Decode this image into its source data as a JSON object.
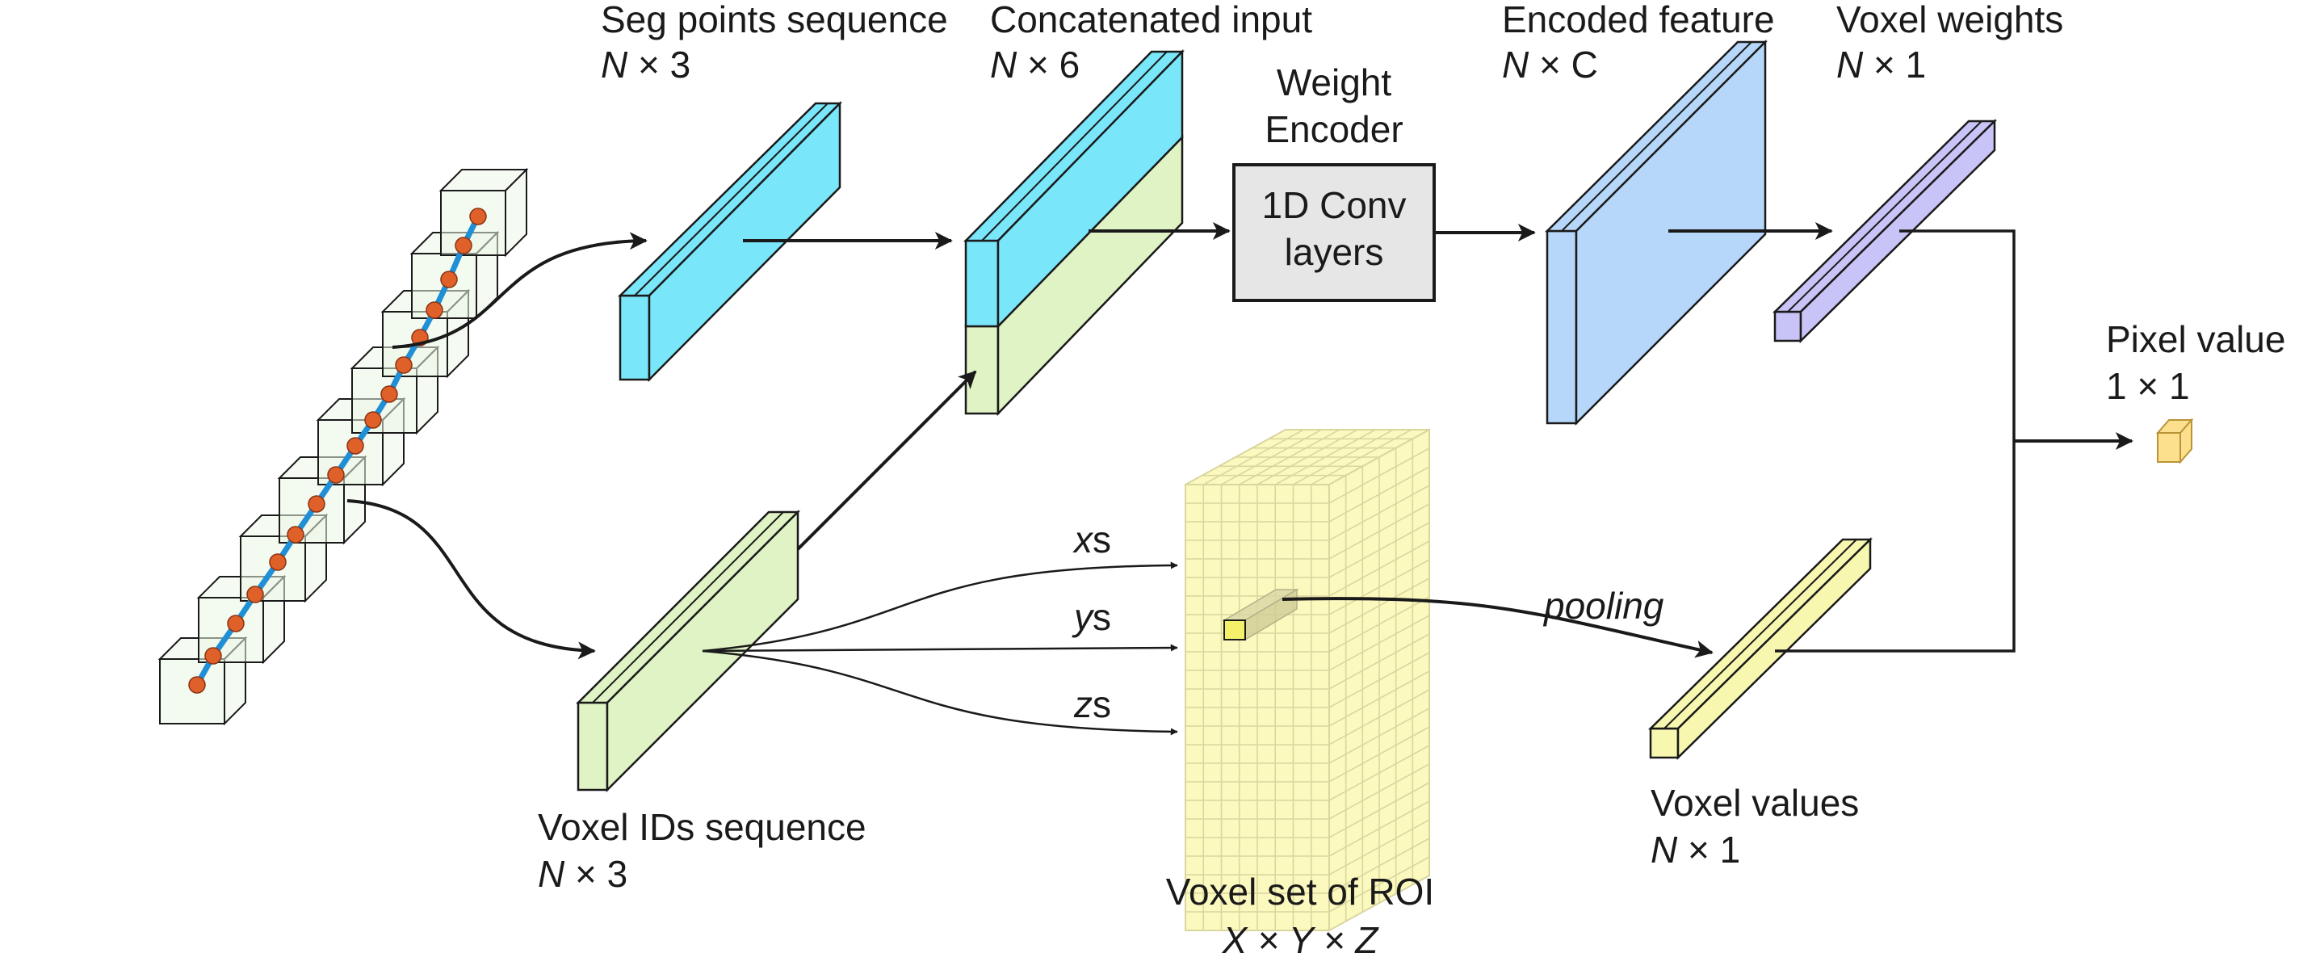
{
  "labels": {
    "seg_points": {
      "title": "Seg points sequence",
      "dim_var": "N",
      "dim_rest": " × 3"
    },
    "concat": {
      "title": "Concatenated input",
      "dim_var": "N",
      "dim_rest": " × 6"
    },
    "weight_encoder": {
      "line1": "Weight",
      "line2": "Encoder"
    },
    "conv_box": {
      "line1": "1D Conv",
      "line2": "layers"
    },
    "encoded": {
      "title": "Encoded feature",
      "dim_var": "N",
      "dim_rest": " × C"
    },
    "voxel_weights": {
      "title": "Voxel weights",
      "dim_var": "N",
      "dim_rest": " × 1"
    },
    "pixel_value": {
      "title": "Pixel value",
      "dim": "1 × 1"
    },
    "voxel_ids": {
      "title": "Voxel IDs sequence",
      "dim_var": "N",
      "dim_rest": " × 3"
    },
    "coords": {
      "x_var": "x",
      "x_rest": "s",
      "y_var": "y",
      "y_rest": "s",
      "z_var": "z",
      "z_rest": "s"
    },
    "pooling": "pooling",
    "voxel_values": {
      "title": "Voxel values",
      "dim_var": "N",
      "dim_rest": " × 1"
    },
    "roi": {
      "title": "Voxel set of ROI",
      "dim": "X × Y × Z"
    }
  },
  "colors": {
    "seg_points_block": "#7ae6fa",
    "seg_points_side": "#4cc9e6",
    "voxel_ids_block": "#dff3c4",
    "voxel_ids_side": "#c4e6a4",
    "encoded_block": "#b6d7fa",
    "encoded_side": "#8fbcee",
    "voxel_weights_block": "#c9c4f7",
    "voxel_weights_side": "#a79fef",
    "voxel_values_block": "#f8f7b0",
    "voxel_values_side": "#e6e48a",
    "roi_block": "#fbf9bd",
    "roi_grid": "#d9d6a0",
    "pixel_cube": "#fde08e",
    "conv_box": "#e6e6e6",
    "chain_line": "#1f8fd6",
    "chain_dot": "#e0602a",
    "voxel_box": "#e9f6e3"
  }
}
